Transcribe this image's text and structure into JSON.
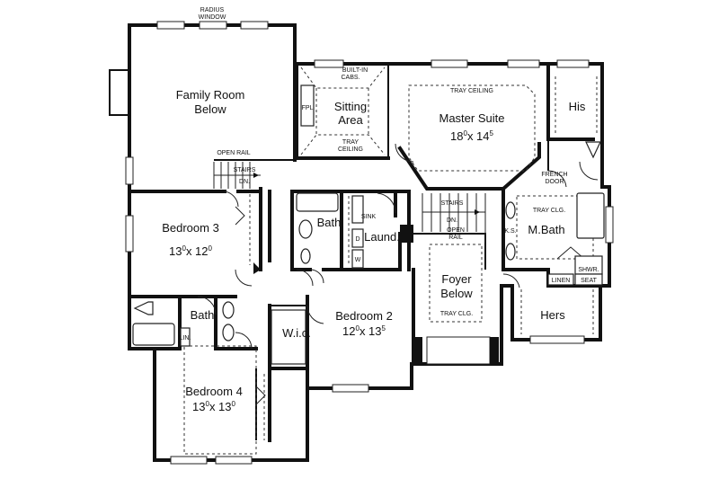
{
  "rooms": {
    "family_room": {
      "line1": "Family Room",
      "line2": "Below"
    },
    "sitting_area": {
      "line1": "Sitting",
      "line2": "Area"
    },
    "master_suite": {
      "line1": "Master Suite",
      "dim_a": "18",
      "sup_a": "0",
      "dim_x": "x 14",
      "sup_b": "5"
    },
    "his": {
      "label": "His"
    },
    "bedroom3": {
      "line1": "Bedroom 3",
      "dim_a": "13",
      "sup_a": "0",
      "dim_x": "x 12",
      "sup_b": "0"
    },
    "bath_upper": {
      "label": "Bath"
    },
    "laundry": {
      "label": "Laund."
    },
    "m_bath": {
      "label": "M.Bath"
    },
    "foyer": {
      "line1": "Foyer",
      "line2": "Below"
    },
    "bath_lower": {
      "label": "Bath"
    },
    "bedroom2": {
      "line1": "Bedroom 2",
      "dim_a": "12",
      "sup_a": "0",
      "dim_x": "x 13",
      "sup_b": "5"
    },
    "wic": {
      "label": "W.i.c."
    },
    "hers": {
      "label": "Hers"
    },
    "bedroom4": {
      "line1": "Bedroom 4",
      "dim_a": "13",
      "sup_a": "0",
      "dim_x": "x 13",
      "sup_b": "0"
    }
  },
  "notes": {
    "radius_window_1": "RADIUS",
    "radius_window_2": "WINDOW",
    "built_in_1": "BUILT-IN",
    "built_in_2": "CABS.",
    "fpl": "FPL",
    "tray_ceiling_sitting_1": "TRAY",
    "tray_ceiling_sitting_2": "CEILING",
    "tray_ceiling_master": "TRAY CEILING",
    "open_rail_left": "OPEN RAIL",
    "stairs_left": "STAIRS",
    "dn_left": "DN.",
    "french_door_1": "FRENCH",
    "french_door_2": "DOOR",
    "sink": "SINK",
    "d": "D",
    "w": "W",
    "stairs_right": "STAIRS",
    "dn_right": "DN.",
    "open_rail_right_1": "OPEN",
    "open_rail_right_2": "RAIL",
    "tray_clg_mbath": "TRAY CLG.",
    "ks": "K.S.",
    "shwr": "SHWR.",
    "linen": "LINEN",
    "seat": "SEAT",
    "tray_clg_foyer": "TRAY CLG.",
    "lin": "LIN."
  }
}
